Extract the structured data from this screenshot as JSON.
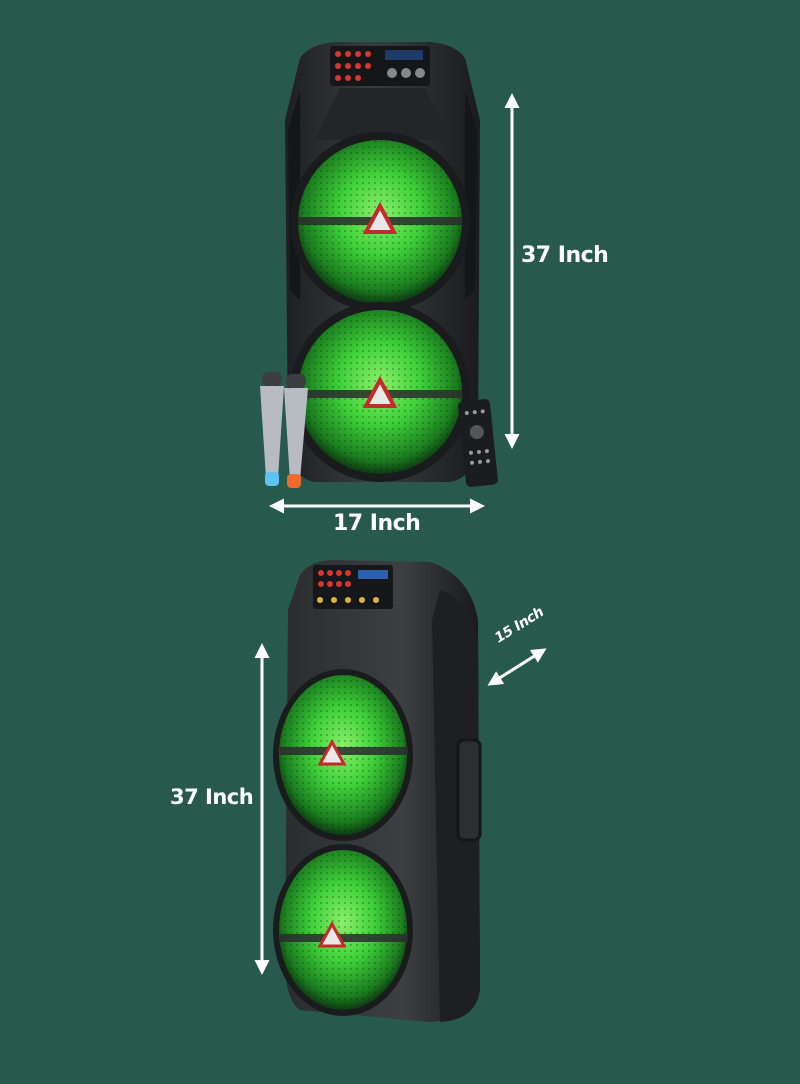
{
  "dimensions": {
    "front_height_label": "37 Inch",
    "front_width_label": "17 Inch",
    "side_height_label": "37 Inch",
    "side_depth_label": "15 Inch"
  },
  "colors": {
    "background": "#275a4c",
    "speaker_body": "#2b2d2f",
    "speaker_glow": "#3fd13a",
    "arrow": "#ffffff"
  },
  "objects": {
    "speaker_front": "tall twin-woofer party speaker with green LED rings, front view",
    "speaker_side": "same speaker, three-quarter angled view",
    "accessories": [
      "wireless microphone (blue tip)",
      "wireless microphone (orange tip)",
      "remote control"
    ]
  }
}
